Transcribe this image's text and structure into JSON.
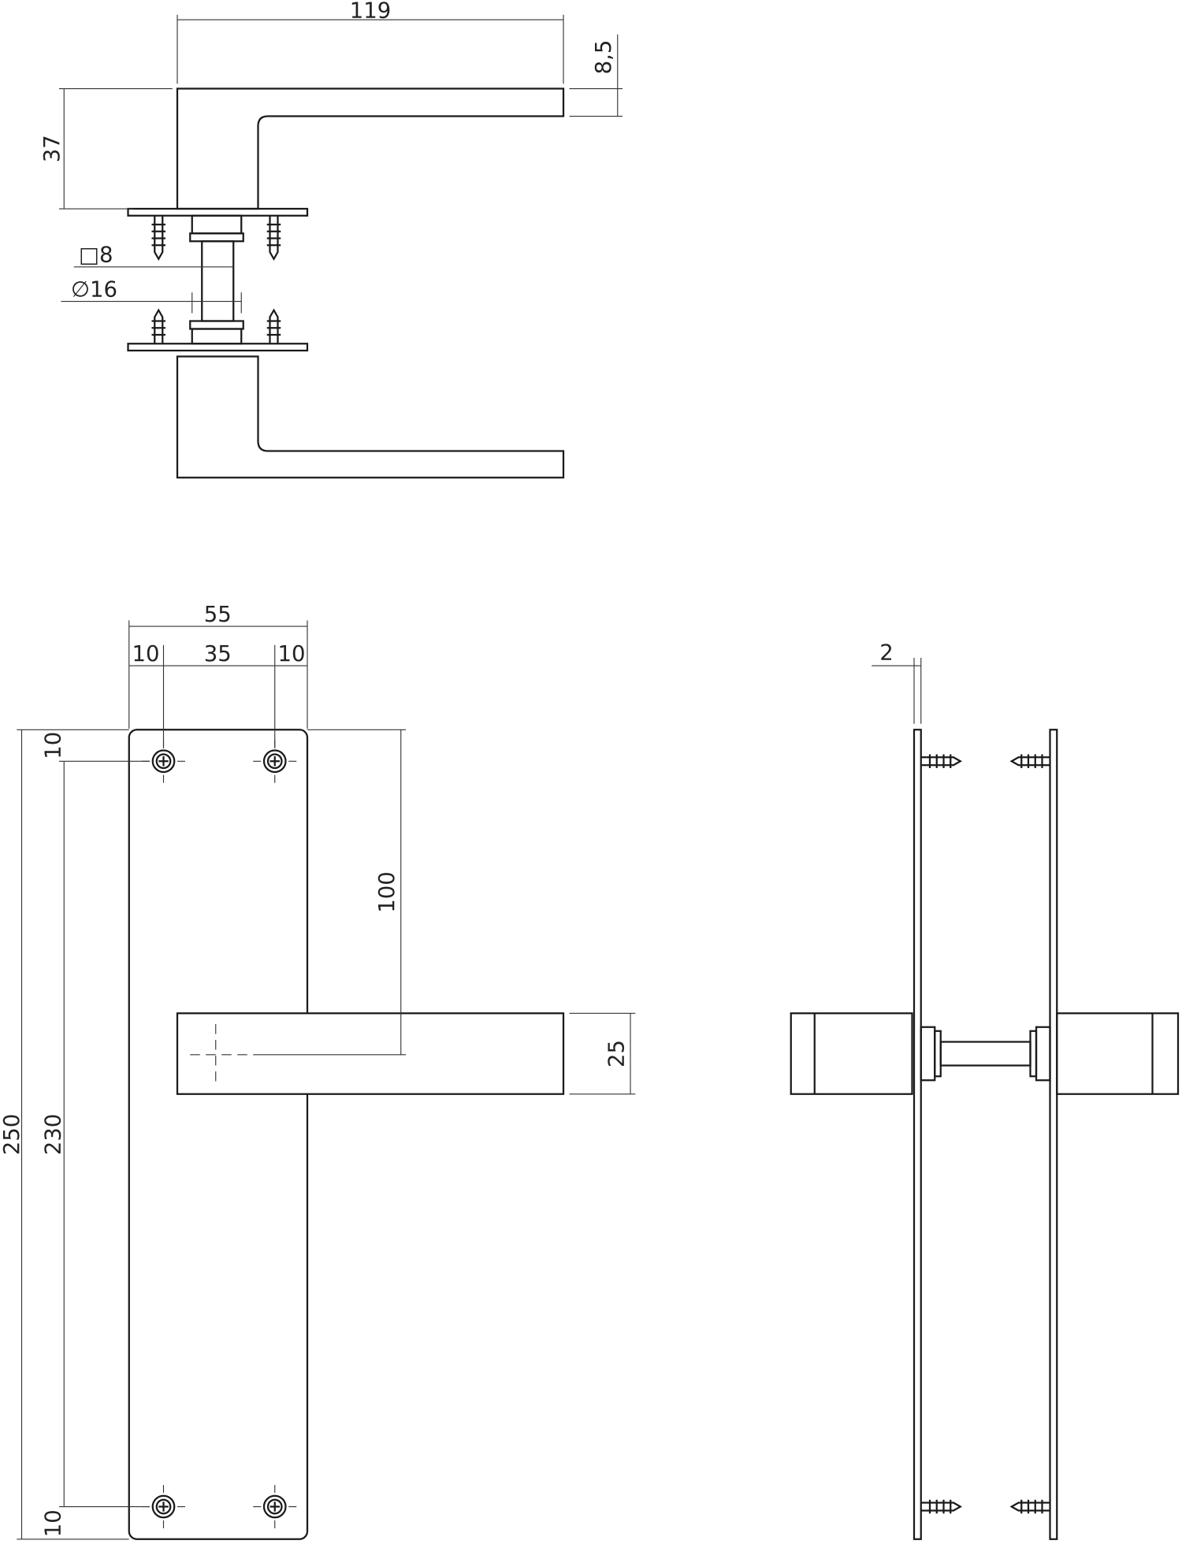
{
  "top_view": {
    "handle_length": "119",
    "handle_thickness": "8,5",
    "handle_height": "37",
    "spindle_square": "□8",
    "rose_diameter": "∅16"
  },
  "front_view": {
    "plate_width": "55",
    "hole_offset_left": "10",
    "hole_spacing": "35",
    "hole_offset_right": "10",
    "plate_height": "250",
    "hole_distance": "230",
    "hole_offset_top": "10",
    "hole_offset_bottom": "10",
    "handle_center_from_top": "100",
    "handle_width": "25"
  },
  "side_view": {
    "plate_thickness": "2"
  }
}
